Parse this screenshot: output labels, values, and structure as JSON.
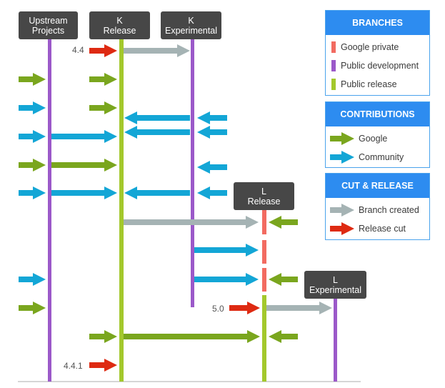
{
  "headers": {
    "upstream": [
      "Upstream",
      "Projects"
    ],
    "k_release": [
      "K",
      "Release"
    ],
    "k_experimental": [
      "K",
      "Experimental"
    ],
    "l_release": [
      "L",
      "Release"
    ],
    "l_experimental": [
      "L",
      "Experimental"
    ]
  },
  "versions": {
    "v44": "4.4",
    "v50": "5.0",
    "v441": "4.4.1"
  },
  "legend": {
    "branches": {
      "title": "BRANCHES",
      "items": [
        {
          "label": "Google private",
          "color": "#f26b61"
        },
        {
          "label": "Public development",
          "color": "#9b59c9"
        },
        {
          "label": "Public release",
          "color": "#a3c82c"
        }
      ]
    },
    "contributions": {
      "title": "CONTRIBUTIONS",
      "items": [
        {
          "label": "Google",
          "color": "#7aa61e",
          "icon": "green-arrow-icon"
        },
        {
          "label": "Community",
          "color": "#13a6d6",
          "icon": "blue-arrow-icon"
        }
      ]
    },
    "cut_release": {
      "title": "CUT & RELEASE",
      "items": [
        {
          "label": "Branch created",
          "color": "#a5b3b4",
          "icon": "gray-arrow-icon"
        },
        {
          "label": "Release cut",
          "color": "#de2a12",
          "icon": "red-arrow-icon"
        }
      ]
    }
  },
  "colors": {
    "purple": "#9b59c9",
    "lime": "#a3c82c",
    "salmon": "#f26b61",
    "green": "#7aa61e",
    "blue": "#13a6d6",
    "gray": "#a5b3b4",
    "red": "#de2a12",
    "header_bg": "#474747",
    "legend_title_bg": "#2d8cf0"
  }
}
